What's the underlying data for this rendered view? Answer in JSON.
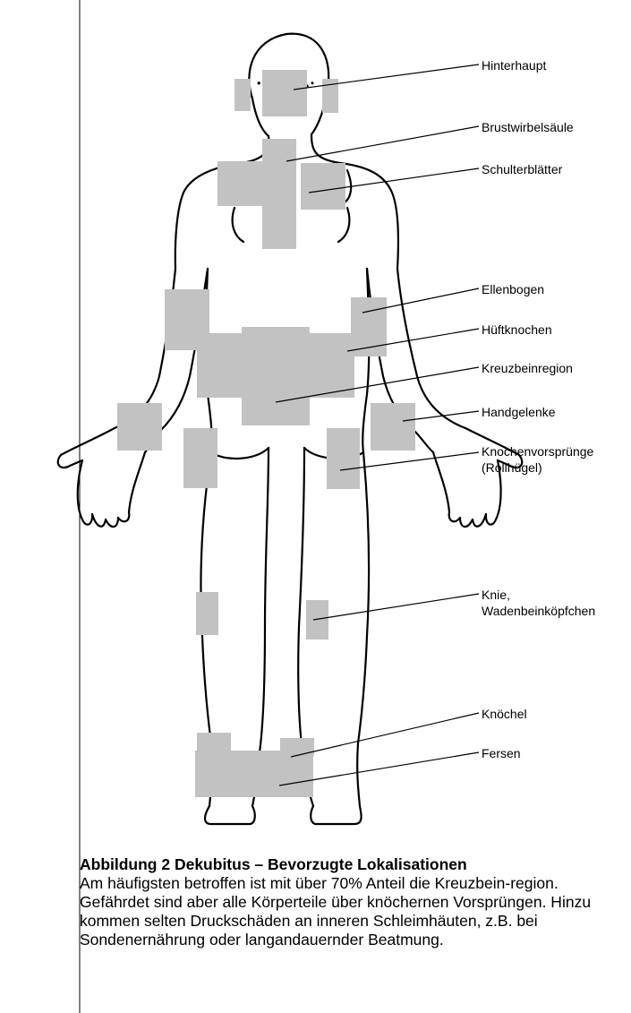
{
  "figure": {
    "labels": {
      "hinterhaupt": "Hinterhaupt",
      "brustwirbelsaeule": "Brustwirbelsäule",
      "schulterblaetter": "Schulterblätter",
      "ellenbogen": "Ellenbogen",
      "hueftknochen": "Hüftknochen",
      "kreuzbeinregion": "Kreuzbeinregion",
      "handgelenke": "Handgelenke",
      "knochenvorspruenge_1": "Knochenvorsprünge",
      "knochenvorspruenge_2": "(Rollhügel)",
      "knie_1": "Knie,",
      "knie_2": "Wadenbeinköpfchen",
      "knoechel": "Knöchel",
      "fersen": "Fersen"
    },
    "marker_color": "#c2c2c2",
    "line_color": "#000000"
  },
  "caption": {
    "title": "Abbildung 2 Dekubitus – Bevorzugte Lokalisationen",
    "body": "Am häufigsten betroffen ist mit über 70% Anteil die Kreuzbein-region. Gefährdet sind aber alle Körperteile über knöchernen Vorsprüngen. Hinzu kommen selten Druckschäden an inneren Schleimhäuten, z.B. bei Sondenernährung oder langandauernder Beatmung."
  }
}
